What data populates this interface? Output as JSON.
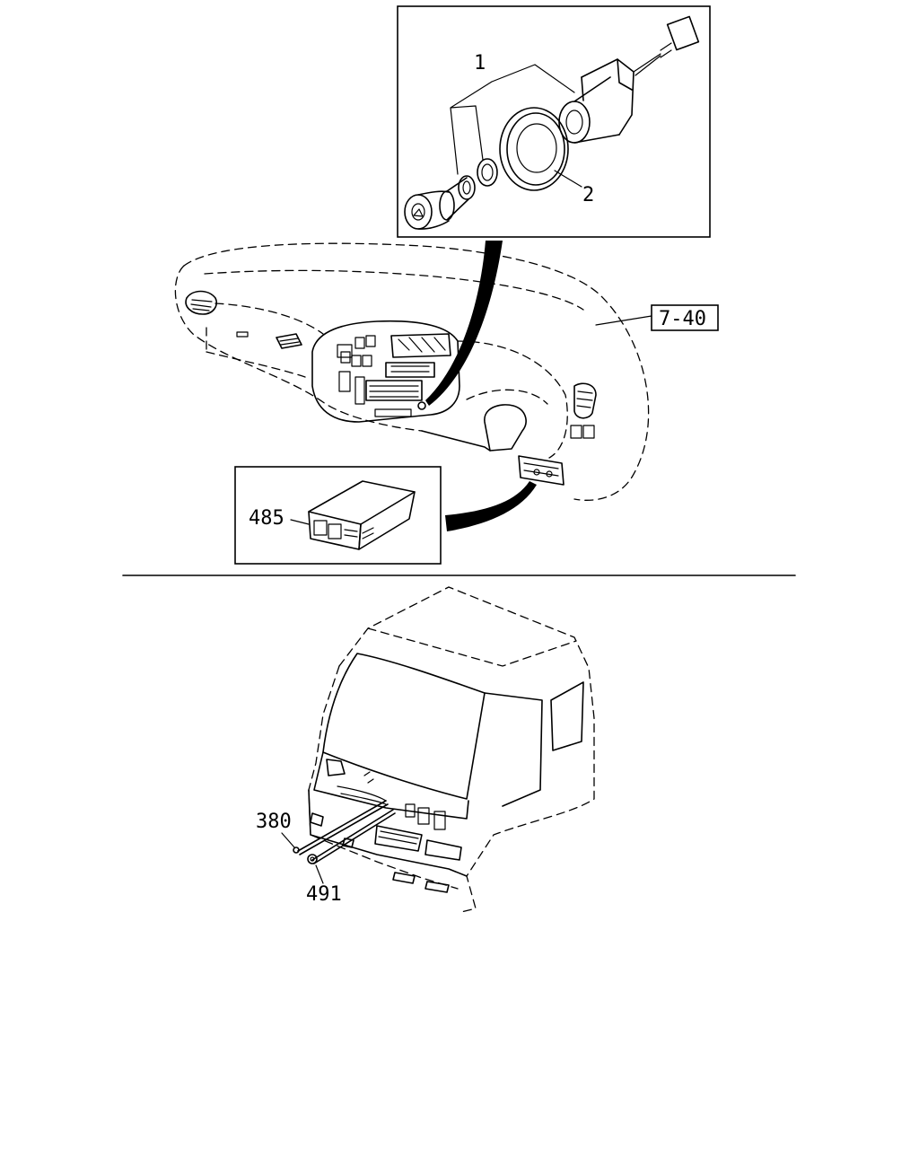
{
  "callouts": {
    "part_1": "1",
    "part_2": "2",
    "ref_7_40": "7-40",
    "part_485": "485",
    "part_380": "380",
    "part_491": "491"
  },
  "icons": {
    "cigar_lighter_assembly": "cigar-lighter-exploded-view",
    "instrument_panel": "dashboard-outline",
    "module_485": "electronic-module-box",
    "truck_cab": "truck-cab-front-view"
  }
}
